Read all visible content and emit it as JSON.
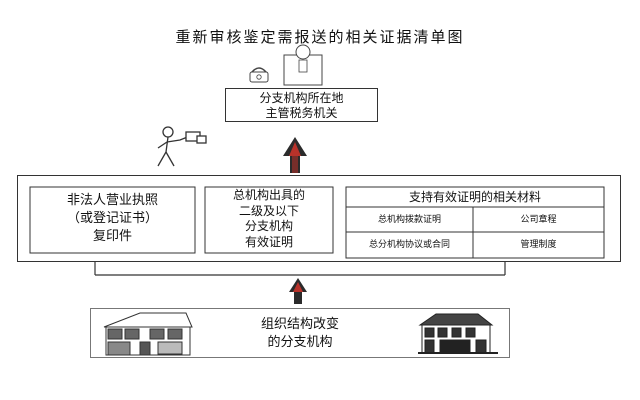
{
  "title": "重新审核鉴定需报送的相关证据清单图",
  "tax_authority": {
    "line1": "分支机构所在地",
    "line2": "主管税务机关"
  },
  "documents": [
    {
      "id": "license",
      "lines": [
        "非法人营业执照",
        "（或登记证书）",
        "复印件"
      ]
    },
    {
      "id": "hq_proof",
      "lines": [
        "总机构出具的",
        "二级及以下",
        "分支机构",
        "有效证明"
      ]
    }
  ],
  "supporting": {
    "header": "支持有效证明的相关材料",
    "items": [
      "总机构拨款证明",
      "公司章程",
      "总分机构协议或合同",
      "管理制度"
    ]
  },
  "branch": {
    "line1": "组织结构改变",
    "line2": "的分支机构"
  },
  "icons": [
    "official-person-icon",
    "phone-icon",
    "courier-person-icon",
    "up-arrow-icon",
    "house-left-icon",
    "house-right-icon"
  ],
  "colors": {
    "arrow_dark": "#2b2b2b",
    "arrow_red": "#b8322a",
    "line": "#333333"
  }
}
